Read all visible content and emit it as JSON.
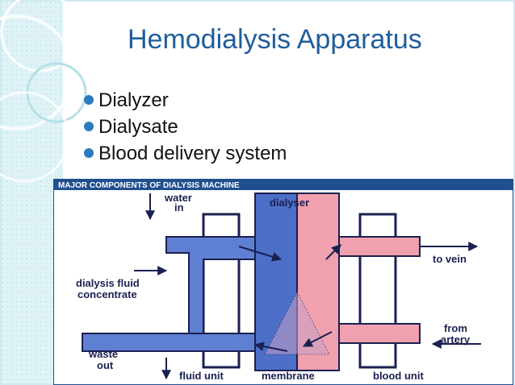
{
  "slide": {
    "title": "Hemodialysis Apparatus",
    "bullets": [
      "Dialyzer",
      "Dialysate",
      "Blood delivery system"
    ]
  },
  "figure": {
    "header": "MAJOR COMPONENTS OF DIALYSIS MACHINE",
    "labels": {
      "water_in_1": "water",
      "water_in_2": "in",
      "dialyser": "dialyser",
      "to_vein": "to vein",
      "dialysis_fluid_1": "dialysis fluid",
      "dialysis_fluid_2": "concentrate",
      "from_artery_1": "from",
      "from_artery_2": "artery",
      "waste_out_1": "waste",
      "waste_out_2": "out",
      "fluid_unit": "fluid unit",
      "membrane": "membrane",
      "blood_unit": "blood unit"
    }
  },
  "colors": {
    "title": "#1f5e9c",
    "bullet_dot": "#2a7bbf",
    "header_bar": "#1f4f8f",
    "dialysate_blue": "#4d6fc8",
    "blood_red": "#f0a0ae",
    "frame_teal": "#bfe3ea"
  }
}
